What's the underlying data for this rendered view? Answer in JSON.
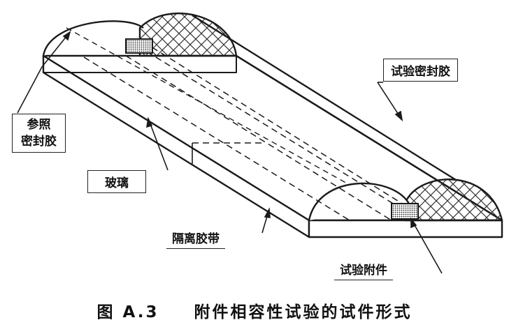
{
  "labels": {
    "test_sealant": "试验密封胶",
    "reference_sealant_line1": "参照",
    "reference_sealant_line2": "密封胶",
    "glass": "玻璃",
    "spacer_tape": "隔离胶带",
    "test_accessory": "试验附件"
  },
  "caption": {
    "figure_number": "图 A.3",
    "title": "附件相容性试验的试件形式"
  },
  "colors": {
    "line": "#1a1a1a",
    "hatch": "#333333",
    "background": "#ffffff"
  }
}
